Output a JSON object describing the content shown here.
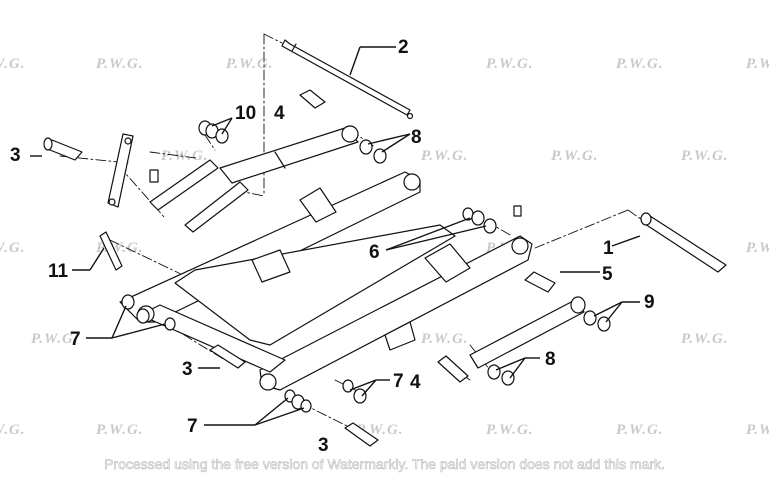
{
  "watermark_text": "P.W.G.",
  "footer_text": "Processed using the free version of Watermarkly. The paid version does not add this mark.",
  "callouts": {
    "c1": "1",
    "c2": "2",
    "c3a": "3",
    "c3b": "3",
    "c3c": "3",
    "c4a": "4",
    "c4b": "4",
    "c5": "5",
    "c6": "6",
    "c7a": "7",
    "c7b": "7",
    "c7c": "7",
    "c8a": "8",
    "c8b": "8",
    "c9": "9",
    "c10": "10",
    "c11": "11"
  },
  "colors": {
    "line": "#111111",
    "watermark": "#c9c9c9",
    "background": "#ffffff"
  }
}
